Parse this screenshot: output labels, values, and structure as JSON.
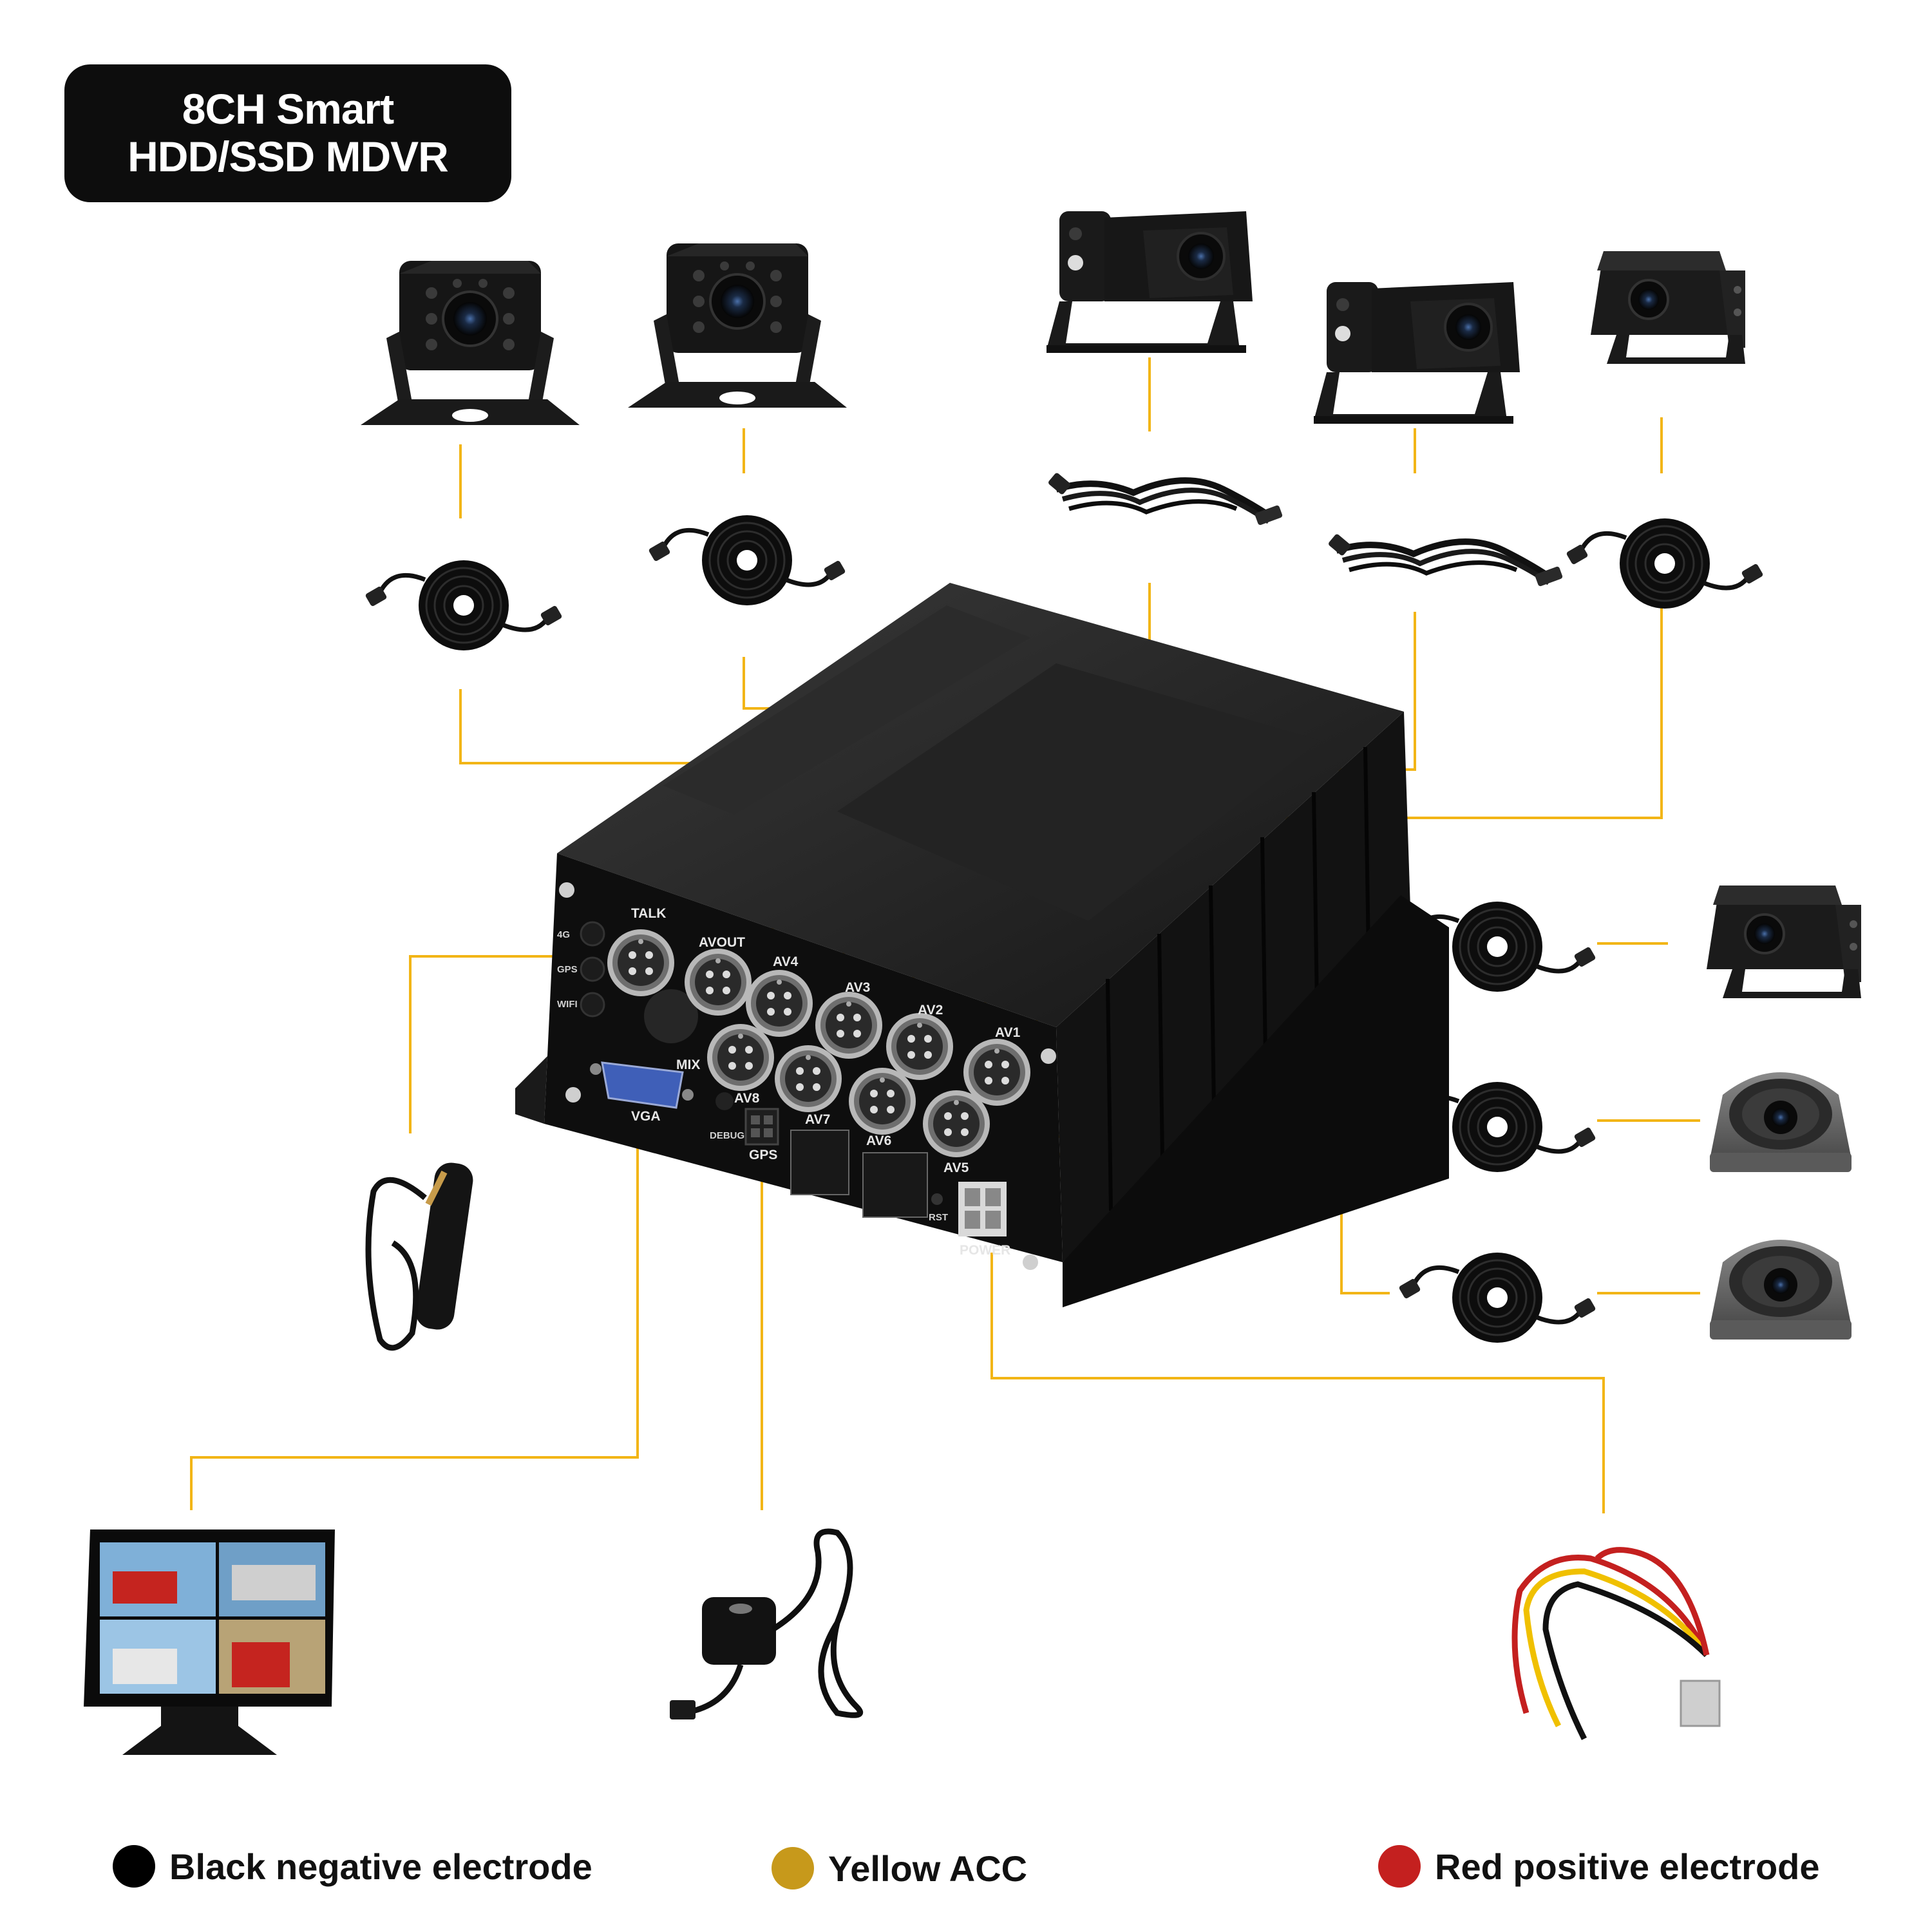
{
  "title": {
    "line1": "8CH Smart",
    "line2": "HDD/SSD MDVR"
  },
  "ports": {
    "talk": "TALK",
    "avout": "AVOUT",
    "av1": "AV1",
    "av2": "AV2",
    "av3": "AV3",
    "av4": "AV4",
    "av5": "AV5",
    "av6": "AV6",
    "av7": "AV7",
    "av8": "AV8",
    "mix": "MIX",
    "vga": "VGA",
    "debug": "DEBUG",
    "gps": "GPS",
    "rst": "RST",
    "power": "POWER",
    "led_4g": "4G",
    "led_gps": "GPS",
    "led_wifi": "WIFI"
  },
  "legend": [
    {
      "label": "Black negative electrode",
      "color": "#000000"
    },
    {
      "label": "Yellow ACC",
      "color": "#c7991b"
    },
    {
      "label": "Red positive electrode",
      "color": "#c4201f"
    }
  ],
  "colors": {
    "wire": "#f2b516",
    "device": "#161616",
    "dome": "#6b6b6b",
    "title_bg": "#0d0d0d"
  },
  "icons": [
    "ir-camera",
    "side-camera",
    "rear-camera",
    "dome-camera",
    "camera-cable",
    "4g-antenna",
    "monitor",
    "gps-antenna",
    "power-harness"
  ]
}
